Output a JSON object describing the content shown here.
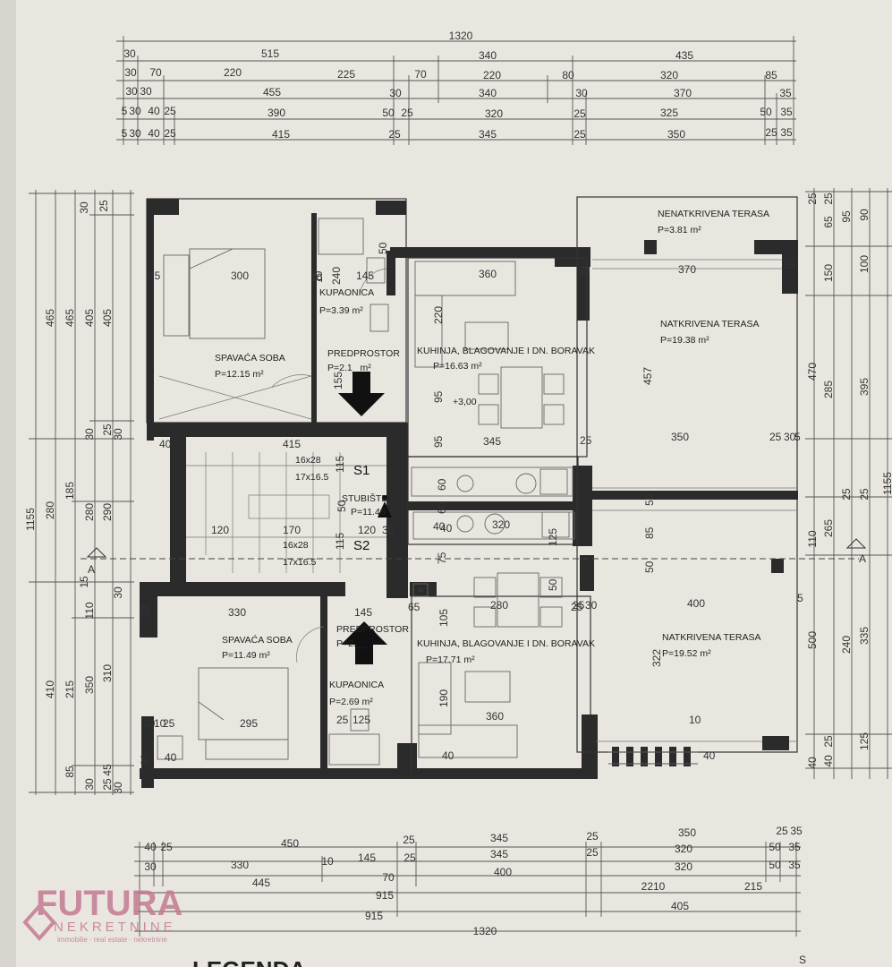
{
  "dims_top": {
    "r1": [
      "1320"
    ],
    "r2": [
      "30",
      "515",
      "340",
      "435"
    ],
    "r3": [
      "30",
      "70",
      "220",
      "225",
      "70",
      "220",
      "80",
      "320",
      "85"
    ],
    "r4": [
      "30",
      "30",
      "455",
      "30",
      "340",
      "30",
      "370",
      "35"
    ],
    "r5": [
      "5",
      "30",
      "40",
      "25",
      "390",
      "50",
      "25",
      "320",
      "25",
      "325",
      "50",
      "35"
    ],
    "r6": [
      "5",
      "30",
      "40",
      "25",
      "415",
      "25",
      "345",
      "25",
      "350",
      "25",
      "35"
    ]
  },
  "dims_bottom": {
    "r1": [
      "40",
      "25",
      "450",
      "25",
      "345",
      "25",
      "350",
      "25",
      "35"
    ],
    "r2": [
      "30",
      "330",
      "10",
      "145",
      "25",
      "345",
      "25",
      "320",
      "50",
      "35"
    ],
    "r3": [
      "445",
      "70",
      "400",
      "320",
      "50",
      "35"
    ],
    "r4": [
      "915",
      "2210",
      "215"
    ],
    "r5": [
      "915",
      "405"
    ],
    "r6": [
      "1320"
    ]
  },
  "dims_left": {
    "c1": [
      "1155"
    ],
    "c2": [
      "465",
      "280",
      "410"
    ],
    "c3": [
      "465",
      "185",
      "215",
      "85"
    ],
    "c4": [
      "405",
      "30",
      "280",
      "110",
      "350",
      "30"
    ],
    "c5": [
      "405",
      "25",
      "290",
      "310",
      "45",
      "25"
    ],
    "c6": [
      "30",
      "25",
      "30",
      "15",
      "30",
      "30"
    ]
  },
  "dims_right": {
    "c1": [
      "1155"
    ],
    "c2": [
      "90",
      "95",
      "100",
      "395",
      "25",
      "335",
      "125"
    ],
    "c3": [
      "25",
      "65",
      "150",
      "285",
      "265",
      "240",
      "25",
      "40"
    ],
    "c4": [
      "25",
      "470",
      "110",
      "500"
    ],
    "c5": [
      "25",
      "40"
    ]
  },
  "rooms": {
    "bed1": {
      "name": "SPAVAĆA SOBA",
      "area": "P=12.15 m²",
      "w": "300"
    },
    "bath1": {
      "name": "KUPAONICA",
      "area": "P=3.39 m²",
      "w": "145",
      "d1": "240",
      "d2": "10"
    },
    "hall1": {
      "name": "PREDPROSTOR",
      "area": "P=2.1_ m²",
      "d": "155"
    },
    "kitchen1": {
      "name": "KUHINJA, BLAGOVANJE I DN. BORAVAK",
      "area": "P=16.63 m²",
      "w": "360",
      "w2": "345",
      "d1": "220",
      "d2": "95",
      "d3": "95",
      "level": "+3,00"
    },
    "terrace_open": {
      "name": "NENATKRIVENA TERASA",
      "area": "P=3.81 m²"
    },
    "terrace1": {
      "name": "NATKRIVENA TERASA",
      "area": "P=19.38 m²",
      "w": "370",
      "w2": "350",
      "d": "457",
      "m1": "35",
      "m2": "30",
      "m3": "25",
      "m4": "30",
      "m5": "5"
    },
    "stairs": {
      "name": "STUBIŠTE",
      "area": "P=11.48",
      "w": "415",
      "w2": "170",
      "w3": "120",
      "w4": "120",
      "w5": "30",
      "s1": "S1",
      "s2": "S2",
      "s1a": "16x28",
      "s1b": "17x16.5",
      "s2a": "16x28",
      "s2b": "17x16.5",
      "d1": "115",
      "d2": "115",
      "d3": "50",
      "d4": "40"
    },
    "bed2": {
      "name": "SPAVAĆA SOBA",
      "area": "P=11.49 m²",
      "w": "330",
      "w2": "295",
      "m1": "30",
      "m2": "30",
      "m3": "10",
      "m4": "25"
    },
    "hall2": {
      "name": "PREDPROSTOR",
      "area": "P=2.__",
      "w": "145"
    },
    "bath2": {
      "name": "KUPAONICA",
      "area": "P=2.69 m²",
      "w": "125"
    },
    "kitchen2": {
      "name": "KUHINJA, BLAGOVANJE I DN. BORAVAK",
      "area": "P=17.71 m²",
      "w": "280",
      "w2": "320",
      "w3": "360",
      "d1": "190",
      "d2": "105",
      "d3": "65",
      "d4": "40",
      "d5": "40"
    },
    "terrace2": {
      "name": "NATKRIVENA TERASA",
      "area": "P=19.52 m²",
      "w": "400",
      "d": "322",
      "m1": "10",
      "m2": "40",
      "m3": "5",
      "m4": "25",
      "m5": "30"
    }
  },
  "inner_dims": {
    "a": [
      "25",
      "10",
      "25",
      "30",
      "40",
      "25",
      "60",
      "60",
      "50",
      "50",
      "125",
      "75",
      "85",
      "50",
      "30",
      "50",
      "40",
      "25"
    ]
  },
  "section": {
    "left": "A",
    "right": "A"
  },
  "logo": {
    "name": "FUTURA",
    "sub": "NEKRETNINE",
    "tag": "immobilie · real estate · nekretnine"
  },
  "footer": {
    "legend": "LEGENDA",
    "edge": "S"
  }
}
